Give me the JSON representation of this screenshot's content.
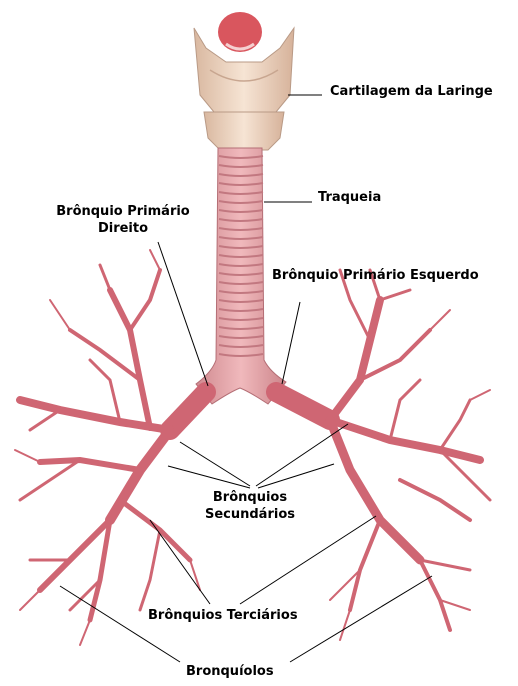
{
  "labels": {
    "larynx_cartilage": "Cartilagem da Laringe",
    "trachea": "Traqueia",
    "right_primary_line1": "Brônquio Primário",
    "right_primary_line2": "Direito",
    "left_primary": "Brônquio Primário Esquerdo",
    "secondary_line1": "Brônquios",
    "secondary_line2": "Secundários",
    "tertiary": "Brônquios Terciários",
    "bronchioles": "Bronquíolos"
  },
  "colors": {
    "airway": "#d9737f",
    "airway_dark": "#b24a57",
    "trachea": "#e9a7ab",
    "trachea_ring": "#c97e84",
    "cartilage": "#eccdb5",
    "epiglottis": "#d9565e",
    "leader": "#000000"
  }
}
